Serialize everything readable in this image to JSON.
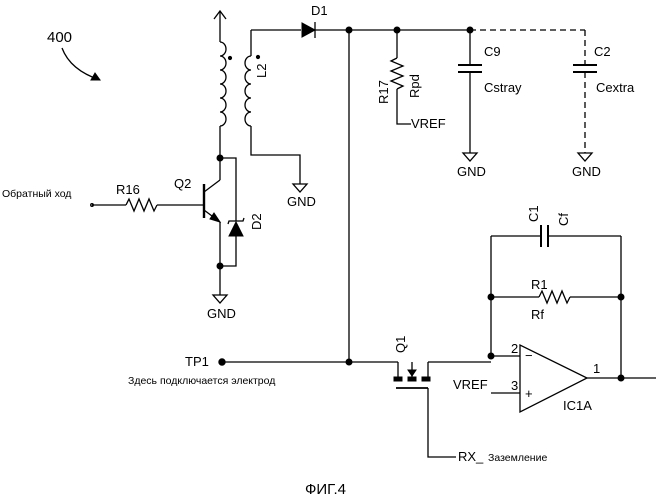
{
  "figure": {
    "ref_number": "400",
    "caption": "ФИГ.4"
  },
  "components": {
    "d1": "D1",
    "l2": "L2",
    "q2": "Q2",
    "r16": "R16",
    "d2": "D2",
    "r17": "R17",
    "rpd": "Rpd",
    "c9": "C9",
    "cstray": "Cstray",
    "c2": "C2",
    "cextra": "Cextra",
    "c1": "C1",
    "cf": "Cf",
    "r1": "R1",
    "rf": "Rf",
    "q1": "Q1",
    "ic1a": "IC1A",
    "tp1": "TP1"
  },
  "nets": {
    "gnd": "GND",
    "vref": "VREF",
    "rx": "RX_"
  },
  "pins": {
    "inv": "2",
    "noninv": "3",
    "out": "1",
    "minus": "−",
    "plus": "+"
  },
  "annotations": {
    "reverse_stroke": "Обратный ход",
    "electrode": "Здесь подключается электрод",
    "ground": "Заземление"
  }
}
